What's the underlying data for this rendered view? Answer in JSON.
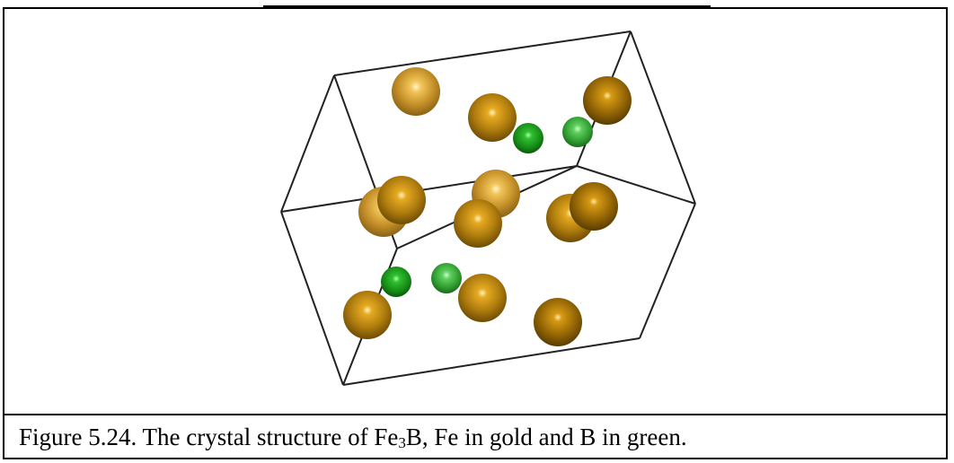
{
  "figure": {
    "atom_colors": {
      "Fe": "#c08a1a",
      "B": "#1c9a1c"
    },
    "atoms": [
      {
        "element": "Fe",
        "shade": "light"
      },
      {
        "element": "Fe",
        "shade": "mid"
      },
      {
        "element": "Fe",
        "shade": "dark"
      },
      {
        "element": "B",
        "shade": "dark"
      },
      {
        "element": "B",
        "shade": "light"
      },
      {
        "element": "Fe",
        "shade": "light"
      },
      {
        "element": "Fe",
        "shade": "mid"
      },
      {
        "element": "Fe",
        "shade": "light"
      },
      {
        "element": "Fe",
        "shade": "mid"
      },
      {
        "element": "Fe",
        "shade": "mid"
      },
      {
        "element": "Fe",
        "shade": "dark"
      },
      {
        "element": "B",
        "shade": "dark"
      },
      {
        "element": "B",
        "shade": "light"
      },
      {
        "element": "Fe",
        "shade": "mid"
      },
      {
        "element": "Fe",
        "shade": "mid"
      },
      {
        "element": "Fe",
        "shade": "dark"
      }
    ]
  },
  "caption": {
    "prefix": "Figure 5.24. The crystal structure of Fe",
    "subscript": "3",
    "suffix": "B, Fe in gold and B in green."
  }
}
